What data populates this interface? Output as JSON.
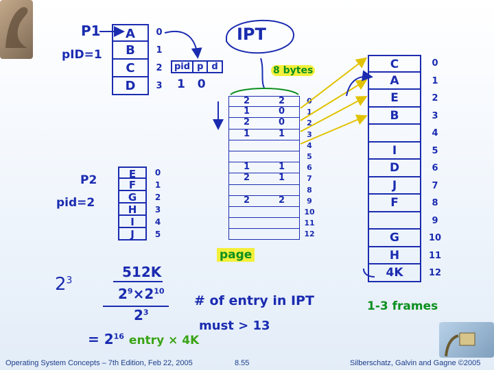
{
  "p1": {
    "title": "P1",
    "pid": "pID=1",
    "pages": [
      "A",
      "B",
      "C",
      "D"
    ],
    "indices": [
      "0",
      "1",
      "2",
      "3"
    ],
    "logical_address": [
      "pid",
      "p",
      "d"
    ],
    "address_values": "1 0"
  },
  "p2": {
    "title": "P2",
    "pid": "pid=2",
    "pages": [
      "E",
      "F",
      "G",
      "H",
      "I",
      "J"
    ],
    "indices": [
      "0",
      "1",
      "2",
      "3",
      "4",
      "5"
    ]
  },
  "ipt": {
    "title": "IPT",
    "entry_size": "8 bytes",
    "entries": [
      {
        "pid": "2",
        "page": "2"
      },
      {
        "pid": "1",
        "page": "0"
      },
      {
        "pid": "2",
        "page": "0"
      },
      {
        "pid": "1",
        "page": "1"
      },
      {
        "pid": "",
        "page": ""
      },
      {
        "pid": "",
        "page": ""
      },
      {
        "pid": "1",
        "page": "1"
      },
      {
        "pid": "2",
        "page": "1"
      },
      {
        "pid": "",
        "page": ""
      },
      {
        "pid": "2",
        "page": "2"
      },
      {
        "pid": "",
        "page": ""
      },
      {
        "pid": "",
        "page": ""
      },
      {
        "pid": "",
        "page": ""
      }
    ],
    "indices": [
      "0",
      "1",
      "2",
      "3",
      "4",
      "5",
      "6",
      "7",
      "8",
      "9",
      "10",
      "11",
      "12"
    ],
    "page_note": "page"
  },
  "memory": {
    "frames": [
      "C",
      "A",
      "E",
      "B",
      "",
      "I",
      "D",
      "J",
      "F",
      "",
      "G",
      "H",
      "4K"
    ],
    "indices": [
      "0",
      "1",
      "2",
      "3",
      "4",
      "5",
      "6",
      "7",
      "8",
      "9",
      "10",
      "11",
      "12"
    ],
    "note": "1-3 frames"
  },
  "notes": {
    "two_cubed": "2",
    "two_cubed_exp": "3",
    "size": "512K",
    "split_a": "2",
    "split_a_exp": "9",
    "split_mid": "×2",
    "split_b_exp": "10",
    "denom": "2",
    "denom_exp": "3",
    "result_prefix": "= 2",
    "result_exp": "16",
    "result_suffix": "entry × 4K",
    "ipt_entries_line1": "# of entry in IPT",
    "ipt_entries_line2": "must > 13"
  },
  "footer": {
    "left": "Operating System Concepts – 7th Edition, Feb 22, 2005",
    "center": "8.55",
    "right": "Silberschatz, Galvin and Gagne ©2005"
  }
}
